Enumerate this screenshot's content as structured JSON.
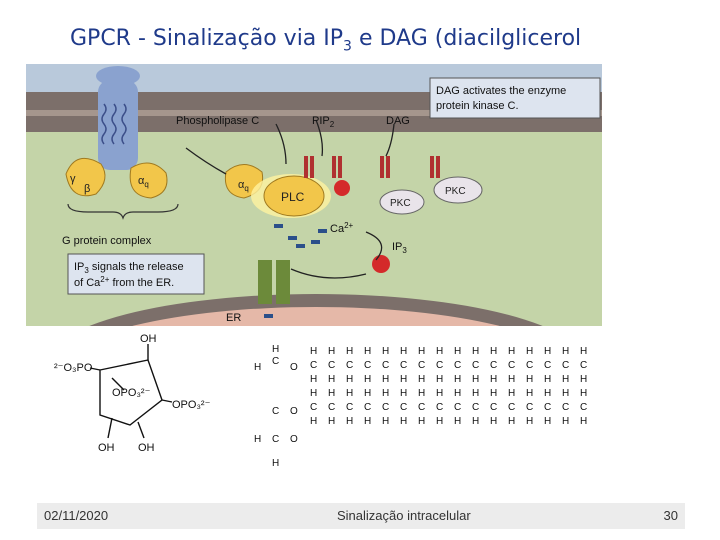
{
  "slide": {
    "title_prefix": "GPCR - Sinalização via IP",
    "title_sub": "3",
    "title_suffix": " e DAG (diacilglicerol"
  },
  "figure": {
    "labels": {
      "phospholipase_c": "Phospholipase C",
      "pip2": "PIP",
      "pip2_sub": "2",
      "dag": "DAG",
      "dag_callout_line1": "DAG activates the enzyme",
      "dag_callout_line2": "protein kinase C.",
      "plc": "PLC",
      "pkc": "PKC",
      "pkc2": "PKC",
      "gamma": "γ",
      "beta": "β",
      "alpha_q": "α",
      "alpha_q_sub": "q",
      "alpha_q2": "α",
      "alpha_q2_sub": "q",
      "g_protein_complex": "G protein complex",
      "ca2": "Ca",
      "ca2_sup": "2+",
      "ip3": "IP",
      "ip3_sub": "3",
      "ip3_callout_line1a": "IP",
      "ip3_callout_line1b": "3",
      "ip3_callout_line1c": " signals the release",
      "ip3_callout_line2a": "of Ca",
      "ip3_callout_line2b": "2+",
      "ip3_callout_line2c": " from the ER.",
      "er": "ER"
    },
    "colors": {
      "membrane": "#7c6f6a",
      "cytosol": "#c4d4a8",
      "extracellular": "#b9c9db",
      "enzyme_yellow": "#f2c64a",
      "receptor": "#8aa2cf",
      "ip3_red": "#d42a2a",
      "er_pink": "#e5b8a8"
    }
  },
  "chemistry": {
    "ip3_structure": {
      "left_group": "²⁻O₃PO",
      "top_oh": "OH",
      "ring_group": "OPO₃²⁻",
      "right_group": "OPO₃²⁻",
      "bottom_left_oh": "OH",
      "bottom_right_oh": "OH"
    },
    "dag_structure": {
      "h": "H",
      "c": "C",
      "o": "O"
    }
  },
  "footer": {
    "date": "02/11/2020",
    "center": "Sinalização intracelular",
    "page": "30"
  }
}
